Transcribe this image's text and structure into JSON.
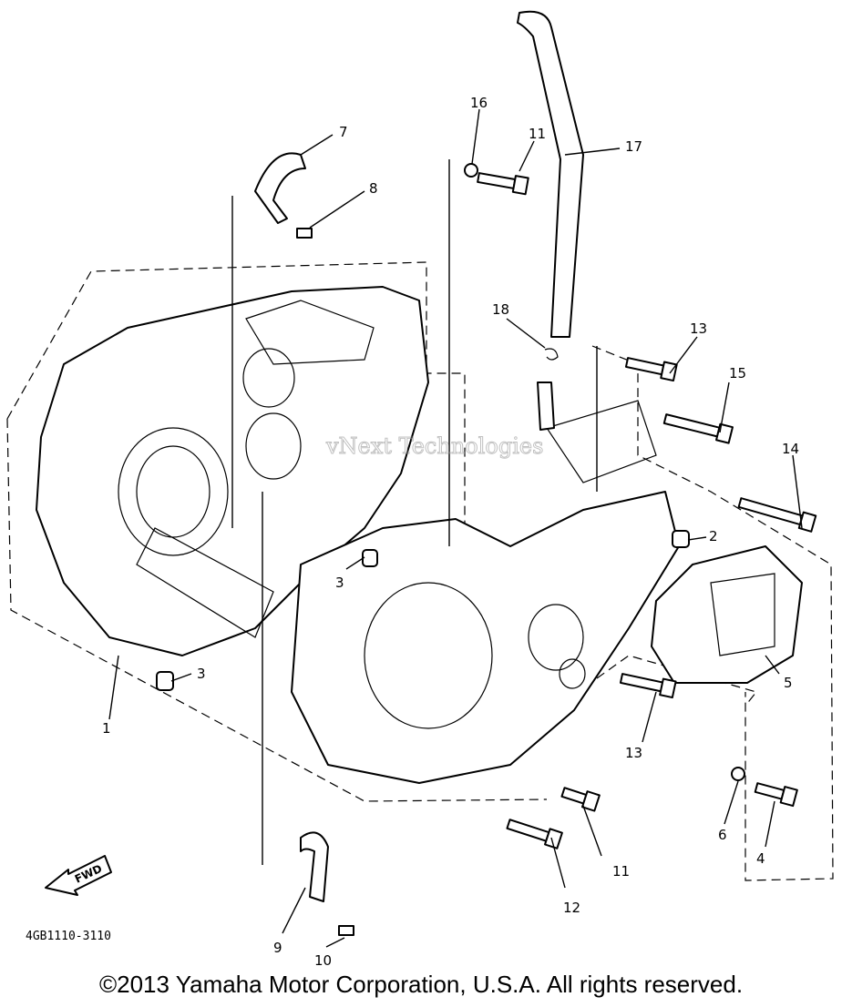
{
  "diagram": {
    "part_labels": [
      "1",
      "2",
      "3",
      "3",
      "4",
      "5",
      "6",
      "7",
      "8",
      "9",
      "10",
      "11",
      "11",
      "12",
      "13",
      "13",
      "14",
      "15",
      "16",
      "17",
      "18"
    ],
    "drawing_number": "4GB1110-3110",
    "direction_arrow": "FWD",
    "watermark": "vNext Technologies"
  },
  "footer": {
    "copyright": "©2013 Yamaha Motor Corporation, U.S.A. All rights reserved."
  }
}
